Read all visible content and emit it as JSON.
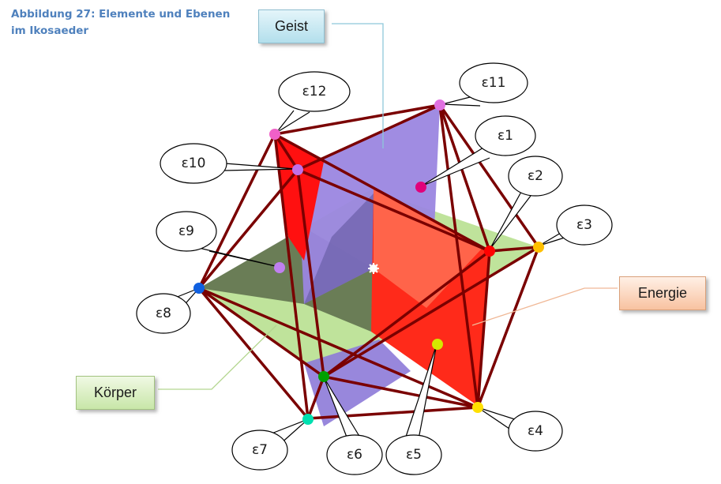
{
  "caption": {
    "line1": "Abbildung 27: Elemente und Ebenen",
    "line2": "im Ikosaeder"
  },
  "labels": {
    "geist": "Geist",
    "energie": "Energie",
    "koerper": "Körper"
  },
  "points": [
    {
      "id": "e1",
      "label": "ε1",
      "color": "#e0007a"
    },
    {
      "id": "e2",
      "label": "ε2",
      "color": "#ff0000"
    },
    {
      "id": "e3",
      "label": "ε3",
      "color": "#ffc000"
    },
    {
      "id": "e4",
      "label": "ε4",
      "color": "#ffe000"
    },
    {
      "id": "e5",
      "label": "ε5",
      "color": "#d4e800"
    },
    {
      "id": "e6",
      "label": "ε6",
      "color": "#00a000"
    },
    {
      "id": "e7",
      "label": "ε7",
      "color": "#00e0b0"
    },
    {
      "id": "e8",
      "label": "ε8",
      "color": "#1060e0"
    },
    {
      "id": "e9",
      "label": "ε9",
      "color": "#c080f0"
    },
    {
      "id": "e10",
      "label": "ε10",
      "color": "#c070e8"
    },
    {
      "id": "e11",
      "label": "ε11",
      "color": "#e070e0"
    },
    {
      "id": "e12",
      "label": "ε12",
      "color": "#f060c8"
    }
  ],
  "colors": {
    "edge": "#7a0000",
    "plane_geist": "#9b86e0",
    "plane_energie": "#ff0000",
    "plane_koerper": "#b8e090",
    "plane_shadow": "#4a5a40"
  }
}
